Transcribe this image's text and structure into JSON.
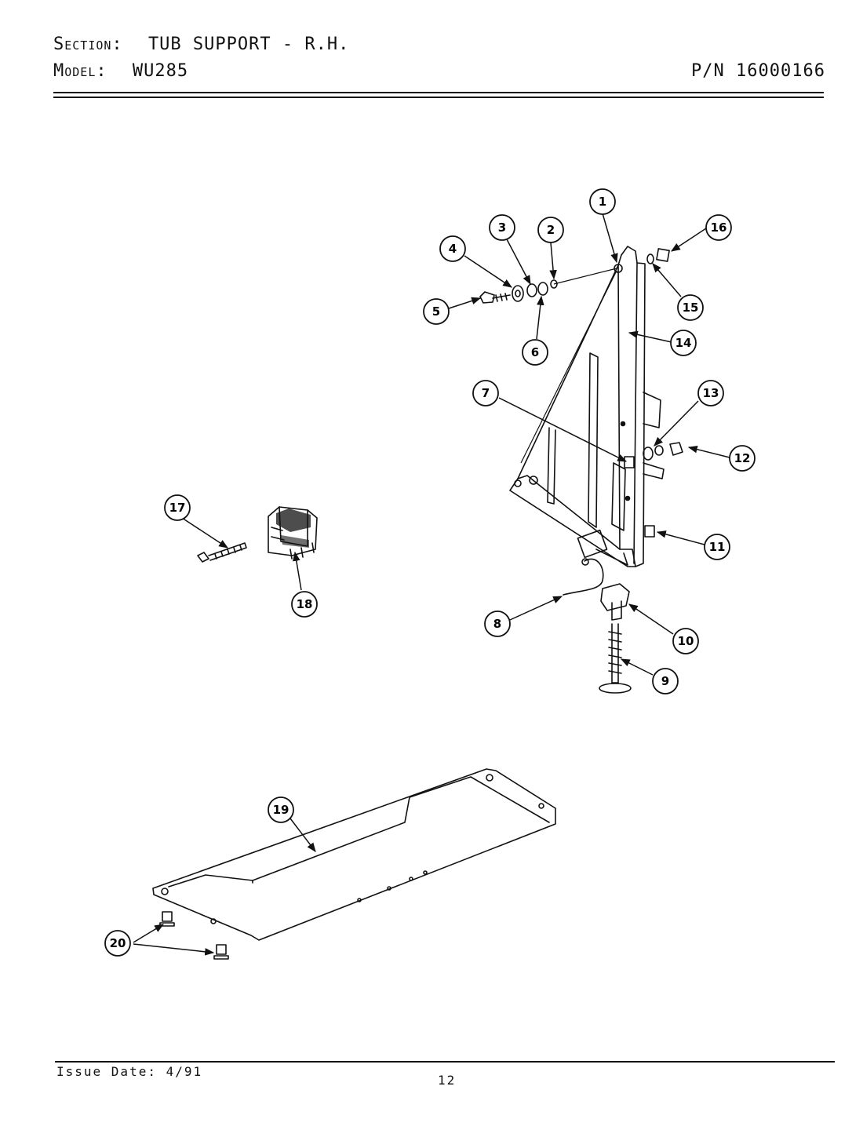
{
  "header": {
    "section_label": "Section:",
    "section_value": "TUB SUPPORT - R.H.",
    "model_label": "Model:",
    "model_value": "WU285",
    "part_number": "P/N 16000166"
  },
  "footer": {
    "issue_date": "Issue Date: 4/91",
    "page_number": "12"
  },
  "callouts": [
    "1",
    "2",
    "3",
    "4",
    "5",
    "6",
    "7",
    "8",
    "9",
    "10",
    "11",
    "12",
    "13",
    "14",
    "15",
    "16",
    "17",
    "18",
    "19",
    "20"
  ]
}
